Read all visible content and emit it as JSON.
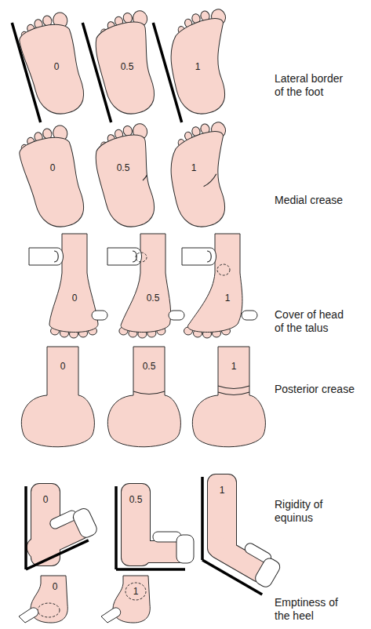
{
  "diagram": {
    "labels": [
      "0",
      "0.5",
      "1",
      "Lateral border of the foot",
      "0",
      "0.5",
      "1",
      "Medial crease",
      "0",
      "0.5",
      "1",
      "Cover of head of the talus",
      "0",
      "0.5",
      "1",
      "Posterior crease",
      "0",
      "0.5",
      "1",
      "Rigidity of equinus",
      "0",
      "1",
      "Emptiness of the heel"
    ]
  }
}
